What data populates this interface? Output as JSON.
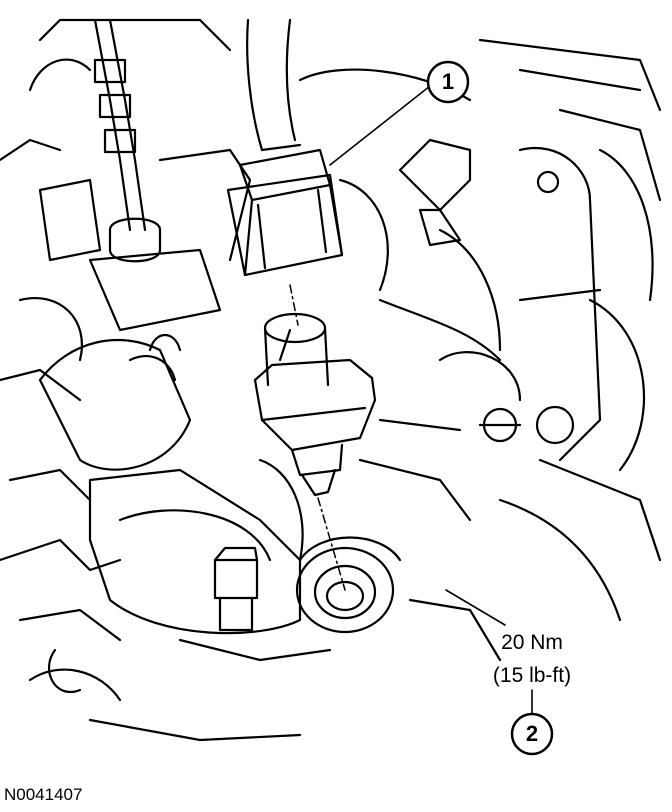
{
  "callouts": [
    {
      "number": "1"
    },
    {
      "number": "2"
    }
  ],
  "torque": {
    "metric": "20 Nm",
    "imperial": "(15 lb-ft)"
  },
  "figure_id": "N0041407",
  "colors": {
    "line": "#000000",
    "background": "#ffffff"
  }
}
